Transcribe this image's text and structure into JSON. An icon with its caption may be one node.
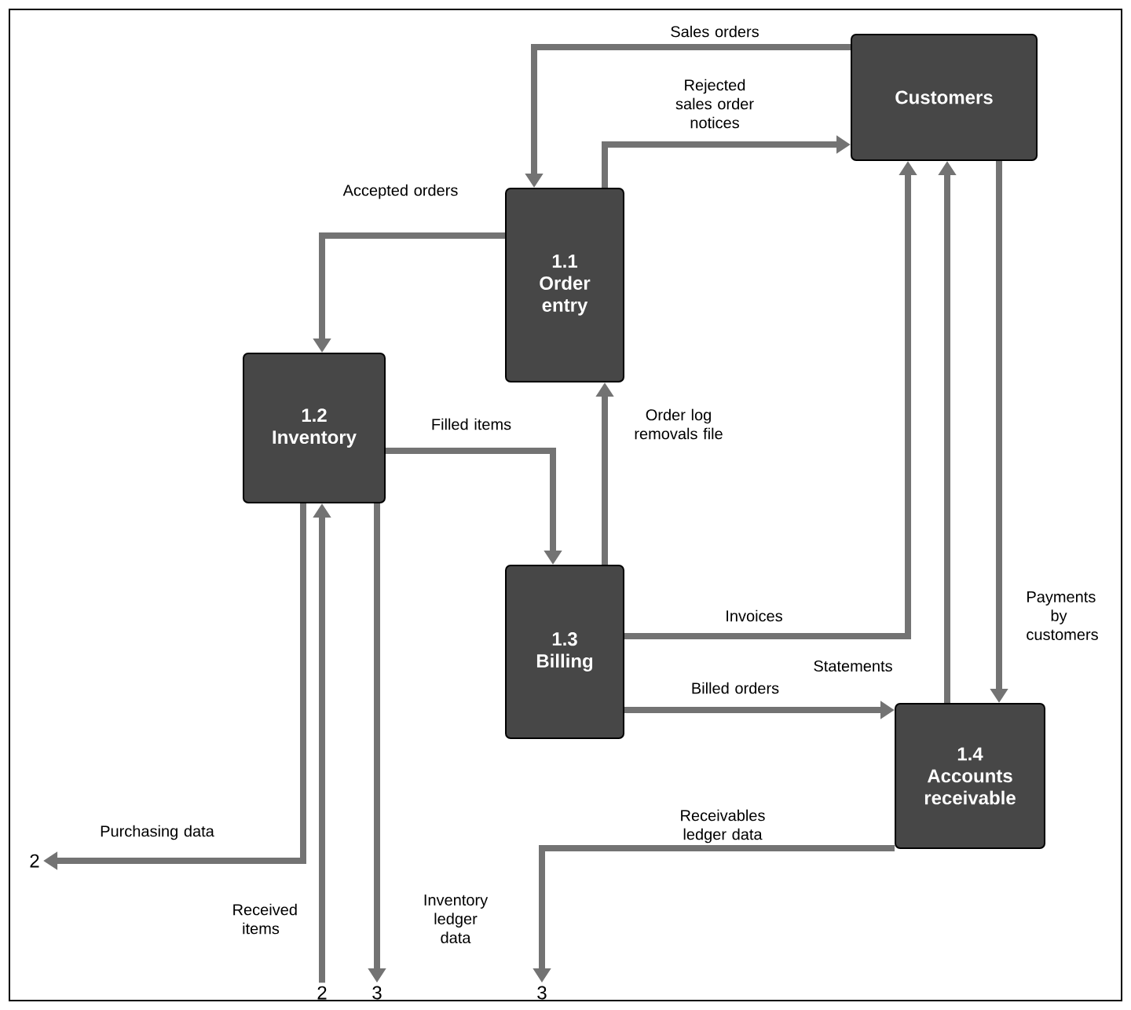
{
  "diagram": {
    "nodes": [
      {
        "text": [
          "Customers"
        ]
      },
      {
        "text": [
          "1.1",
          "Order entry"
        ]
      },
      {
        "text": [
          "1.2",
          "Inventory"
        ]
      },
      {
        "text": [
          "1.3",
          "Billing"
        ]
      },
      {
        "text": [
          "1.4",
          "Accounts receivable"
        ]
      },
      {
        "text": [
          "2"
        ]
      },
      {
        "text": [
          "2"
        ]
      },
      {
        "text": [
          "3"
        ]
      },
      {
        "text": [
          "3"
        ]
      }
    ],
    "edges": [
      {
        "from": 0,
        "to": 1,
        "arrow": "to",
        "label": "Sales orders"
      },
      {
        "from": 1,
        "to": 0,
        "arrow": "to",
        "label": "Rejected sales order notices"
      },
      {
        "from": 1,
        "to": 2,
        "arrow": "to",
        "label": "Accepted orders"
      },
      {
        "from": 2,
        "to": 3,
        "arrow": "to",
        "label": "Filled items"
      },
      {
        "from": 3,
        "to": 1,
        "arrow": "to",
        "label": "Order log removals file"
      },
      {
        "from": 3,
        "to": 0,
        "arrow": "to",
        "label": "Invoices"
      },
      {
        "from": 3,
        "to": 4,
        "arrow": "to",
        "label": "Billed orders"
      },
      {
        "from": 4,
        "to": 0,
        "arrow": "to",
        "label": "Statements"
      },
      {
        "from": 0,
        "to": 4,
        "arrow": "to",
        "label": "Payments by customers"
      },
      {
        "from": 2,
        "to": 5,
        "arrow": "to",
        "label": "Purchasing data"
      },
      {
        "from": 6,
        "to": 2,
        "arrow": "to",
        "label": "Received items"
      },
      {
        "from": 2,
        "to": 7,
        "arrow": "to",
        "label": "Inventory ledger data"
      },
      {
        "from": 4,
        "to": 8,
        "arrow": "to",
        "label": "Receivables ledger data"
      }
    ]
  }
}
